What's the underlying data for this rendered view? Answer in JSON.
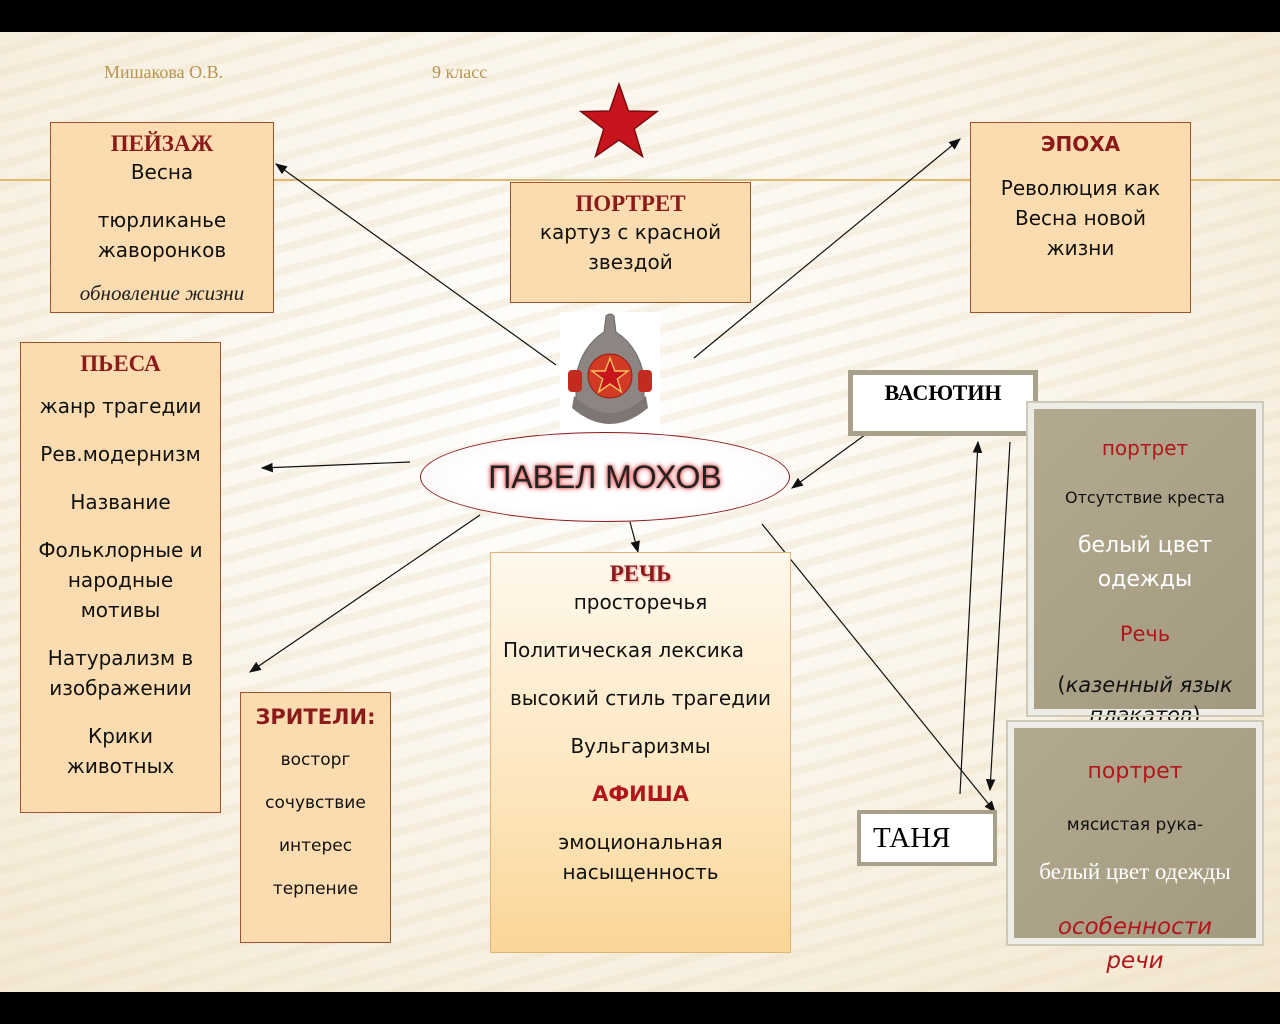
{
  "header": {
    "author": "Мишакова  О.В.",
    "grade": "9 класс"
  },
  "center": {
    "name": "ПАВЕЛ МОХОВ",
    "hat_icon": "budenovka-hat-icon",
    "star_icon": "red-star-icon"
  },
  "peyzazh": {
    "title": "ПЕЙЗАЖ",
    "items": [
      "Весна",
      "тюрликанье жаворонков"
    ],
    "note": "обновление жизни"
  },
  "portret": {
    "title": "ПОРТРЕТ",
    "text": "картуз  с красной звездой"
  },
  "epoha": {
    "title": "ЭПОХА",
    "text": "Революция как Весна новой жизни"
  },
  "pesa": {
    "title": "ПЬЕСА",
    "items": [
      "жанр трагедии",
      "Рев.модернизм",
      "Название",
      "Фольклорные и народные мотивы",
      "Натурализм в изображении",
      "Крики животных"
    ]
  },
  "zriteli": {
    "title": "ЗРИТЕЛИ:",
    "items": [
      "восторг",
      "сочувствие",
      "интерес",
      "терпение"
    ]
  },
  "rech": {
    "title": "РЕЧЬ",
    "items": [
      "просторечья",
      "Политическая  лексика",
      "высокий стиль трагедии",
      "Вульгаризмы"
    ],
    "afisha_title": "АФИША",
    "afisha_text": "эмоциональная насыщенность"
  },
  "vasyutin": {
    "name": "ВАСЮТИН",
    "portrait_title": "портрет",
    "portrait_text": "Отсутствие креста",
    "color_text": "белый цвет одежды",
    "speech_title": "Речь",
    "speech_open": "(",
    "speech_text": "казенный язык плакатов",
    "speech_close": ")"
  },
  "tanya": {
    "name": "ТАНЯ",
    "portrait_title": "портрет",
    "portrait_text": "мясистая рука-",
    "color_text": "белый цвет одежды",
    "speech_text": "особенности речи"
  },
  "colors": {
    "box_fill": "#fadcb0",
    "title_red": "#8b1a1a",
    "accent_red": "#b2161a",
    "gray_box": "#aaa287"
  }
}
